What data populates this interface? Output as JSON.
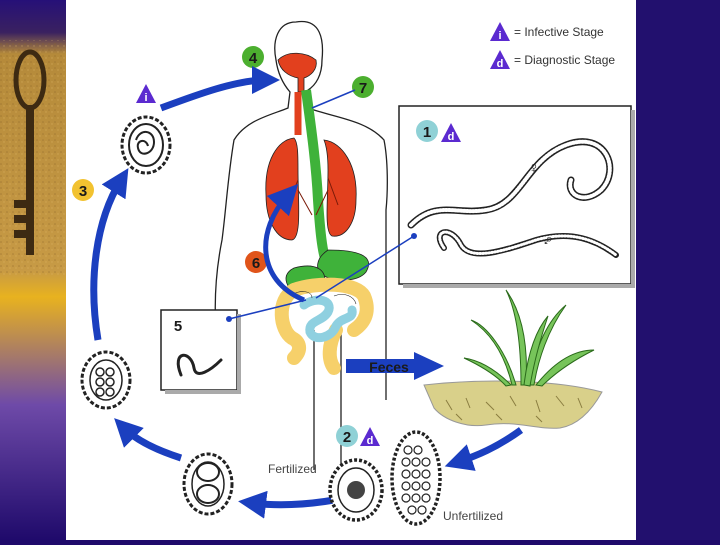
{
  "legend": {
    "infective_symbol": "i",
    "infective_label": "= Infective Stage",
    "diagnostic_symbol": "d",
    "diagnostic_label": "= Diagnostic Stage"
  },
  "stages": {
    "s1": {
      "number": "1",
      "tag": "d"
    },
    "s2": {
      "number": "2",
      "tag": "d"
    },
    "s3": {
      "number": "3"
    },
    "s4": {
      "number": "4",
      "tag": "i"
    },
    "s5": {
      "number": "5"
    },
    "s6": {
      "number": "6"
    },
    "s7": {
      "number": "7"
    }
  },
  "labels": {
    "feces": "Feces",
    "fertilized": "Fertilized",
    "unfertilized": "Unfertilized",
    "female_symbol": "♀",
    "male_symbol": "♂"
  },
  "colors": {
    "arrow_blue": "#1b3fbf",
    "stage_green": "#4caf2f",
    "stage_yellow": "#f2c230",
    "stage_orange": "#e0541a",
    "stage_teal": "#8fd1d6",
    "marker_purple": "#5b2ad0",
    "background_navy": "#1f0a6b",
    "lung_red": "#e2401e",
    "intestine_yellow": "#f6d06a",
    "intestine_blue": "#8fd0e0",
    "gut_green": "#3fb23a",
    "soil": "#d9d08a"
  }
}
